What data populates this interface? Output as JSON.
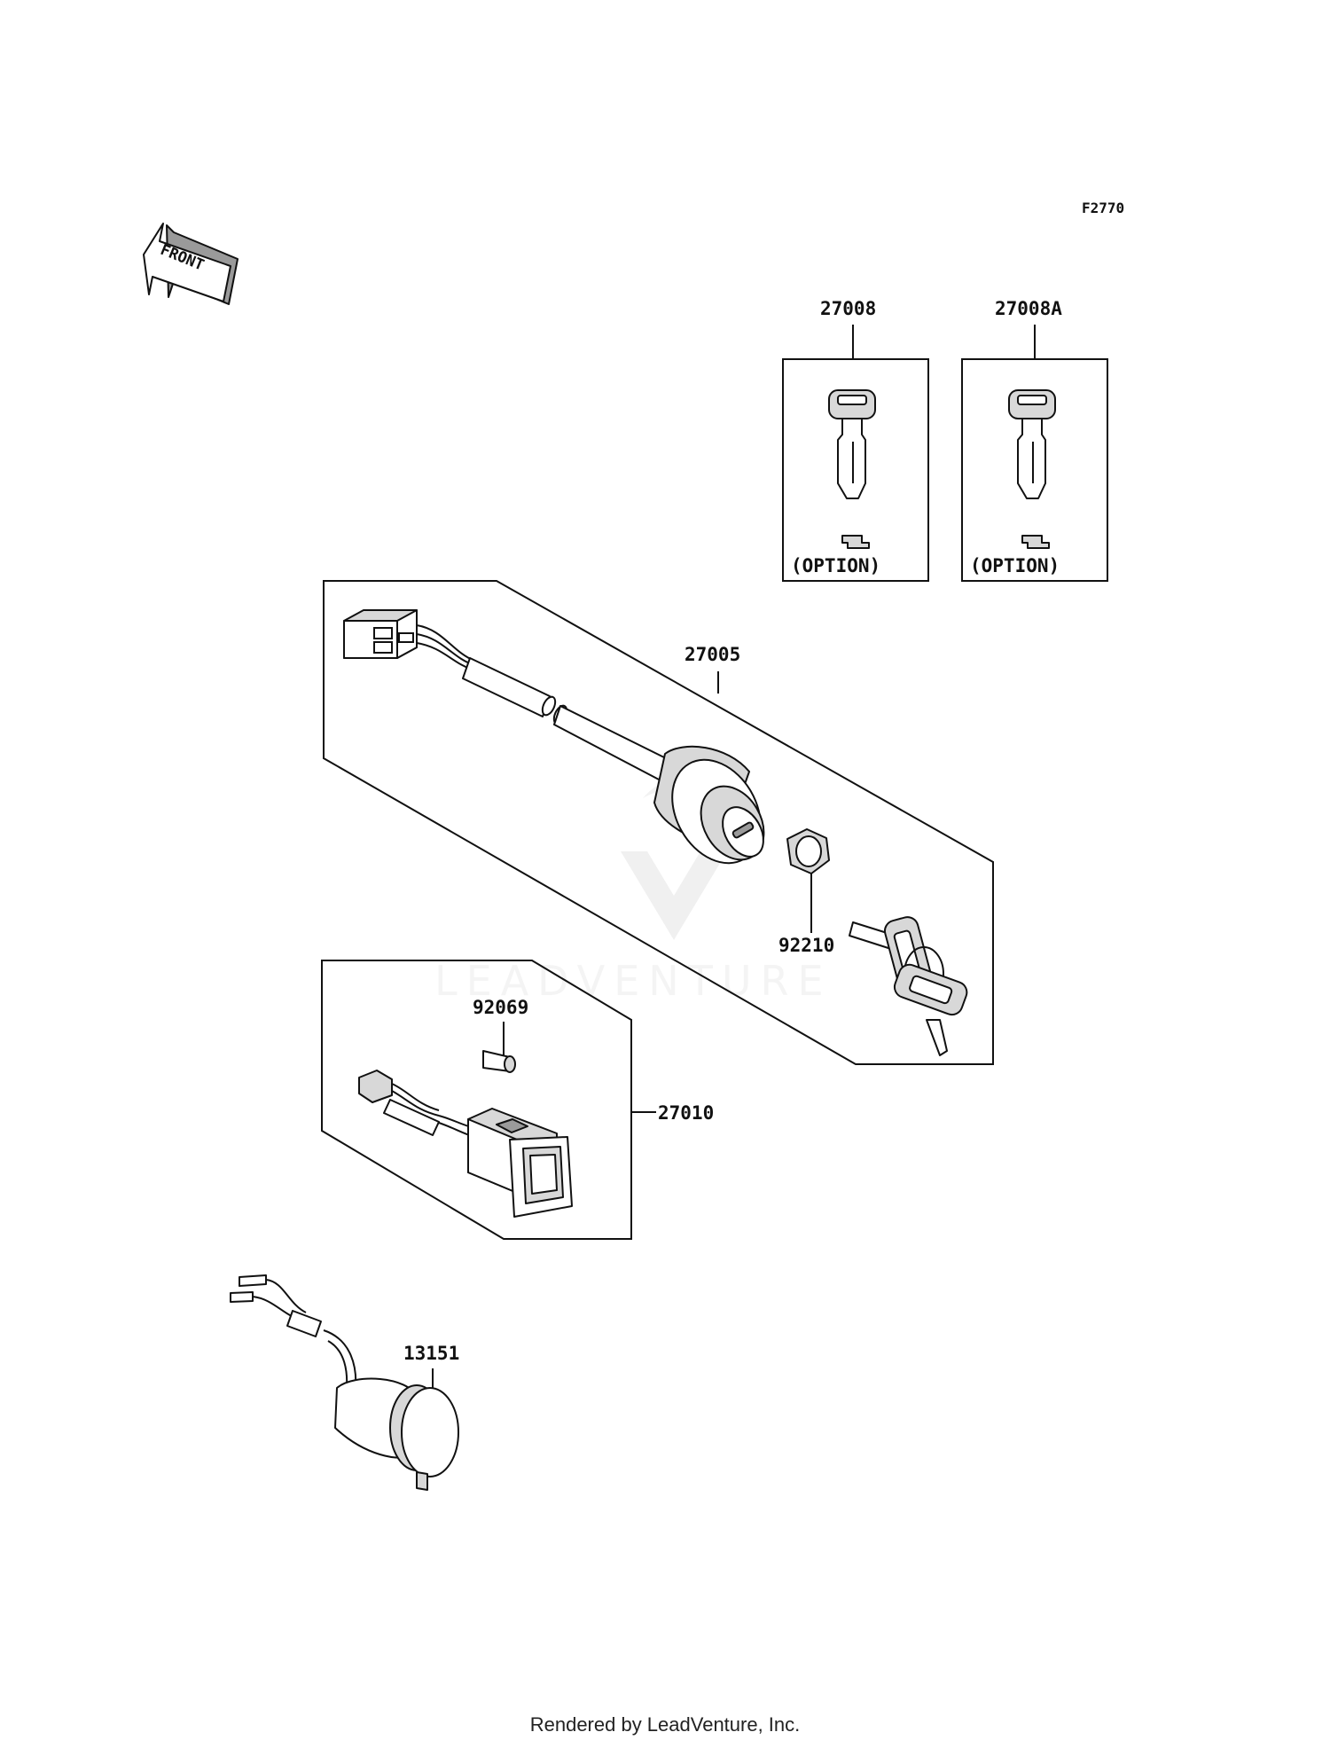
{
  "diagram": {
    "ref_code": "F2770",
    "front_label": "FRONT",
    "watermark": "LEADVENTURE",
    "option_label": "(OPTION)",
    "callouts": [
      {
        "id": "27008",
        "label": "27008"
      },
      {
        "id": "27008A",
        "label": "27008A"
      },
      {
        "id": "27005",
        "label": "27005"
      },
      {
        "id": "92210",
        "label": "92210"
      },
      {
        "id": "92069",
        "label": "92069"
      },
      {
        "id": "27010",
        "label": "27010"
      },
      {
        "id": "13151",
        "label": "13151"
      }
    ]
  },
  "footer": {
    "text": "Rendered by LeadVenture, Inc."
  }
}
